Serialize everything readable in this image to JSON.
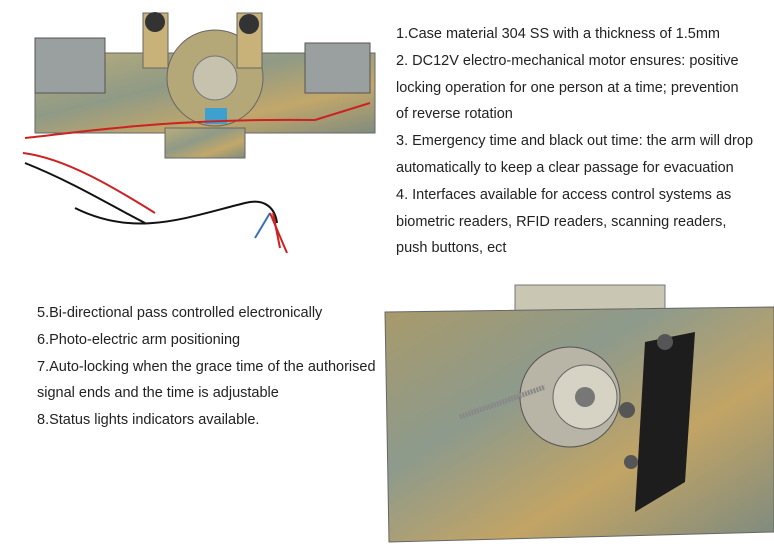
{
  "features_top": [
    "1.Case material 304 SS with a thickness of 1.5mm",
    "2. DC12V electro-mechanical motor ensures: positive",
    "locking operation for one person at a time; prevention",
    "of reverse rotation",
    "3. Emergency time and black out time: the arm will drop",
    "automatically to keep a clear passage for evacuation",
    "4. Interfaces available for access control systems as",
    "biometric readers, RFID readers, scanning readers,",
    "push buttons, ect"
  ],
  "features_bottom": [
    "5.Bi-directional pass controlled electronically",
    "6.Photo-electric arm positioning",
    "7.Auto-locking when the grace time of the authorised",
    "signal ends and the time is adjustable",
    "8.Status lights indicators available."
  ]
}
